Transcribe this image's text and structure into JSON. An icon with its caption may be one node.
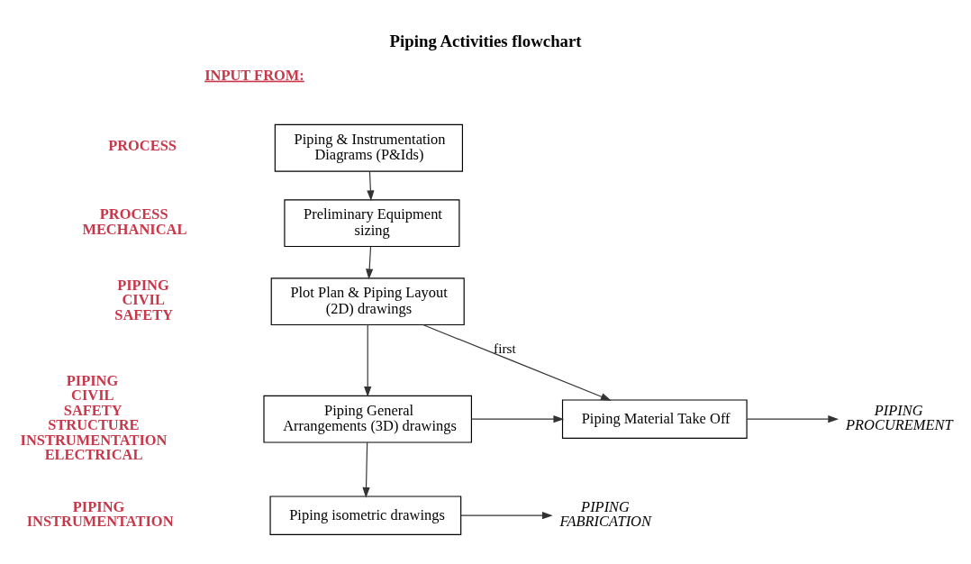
{
  "diagram": {
    "title": "Piping Activities flowchart",
    "nodes": [
      {
        "text": [
          "Piping & Instrumentation Diagrams (P&Ids)"
        ]
      },
      {
        "text": [
          "Preliminary Equipment sizing"
        ]
      },
      {
        "text": [
          "Plot Plan & Piping Layout (2D) drawings"
        ]
      },
      {
        "text": [
          "Piping General Arrangements (3D) drawings"
        ]
      },
      {
        "text": [
          "Piping Material Take Off"
        ]
      },
      {
        "text": [
          "PIPING PROCUREMENT"
        ]
      },
      {
        "text": [
          "Piping isometric drawings"
        ]
      },
      {
        "text": [
          "PIPING FABRICATION"
        ]
      }
    ],
    "edges": [
      {
        "from": 0,
        "to": 1,
        "arrow": "to"
      },
      {
        "from": 1,
        "to": 2,
        "arrow": "to"
      },
      {
        "from": 2,
        "to": 3,
        "arrow": "to"
      },
      {
        "from": 2,
        "to": 4,
        "arrow": "to",
        "label": "first"
      },
      {
        "from": 3,
        "to": 4,
        "arrow": "to"
      },
      {
        "from": 4,
        "to": 5,
        "arrow": "to"
      },
      {
        "from": 3,
        "to": 6,
        "arrow": "to"
      },
      {
        "from": 6,
        "to": 7,
        "arrow": "to"
      }
    ],
    "labels": [
      "INPUT FROM:",
      "PROCESS",
      "PROCESS MECHANICAL",
      "PIPING CIVIL SAFETY",
      "PIPING CIVIL SAFETY STRUCTURE INSTRUMENTATION ELECTRICAL",
      "PIPING INSTRUMENTATION"
    ]
  }
}
